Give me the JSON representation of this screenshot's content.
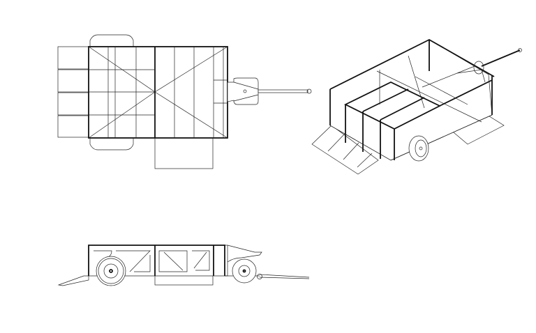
{
  "drawing": {
    "views": [
      "top",
      "isometric",
      "side"
    ],
    "colors": {
      "line": "#222222",
      "frame": "#111111",
      "background": "#ffffff"
    }
  }
}
